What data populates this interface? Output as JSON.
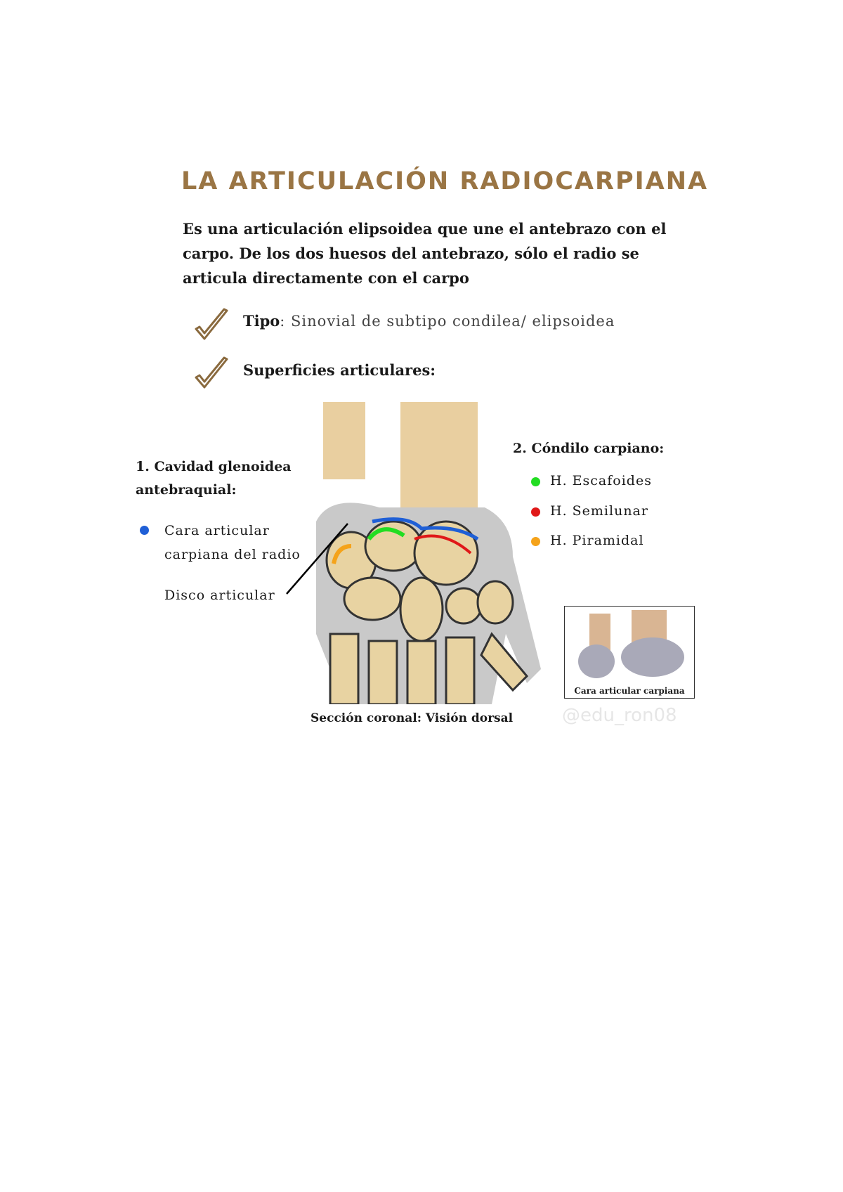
{
  "title": "LA ARTICULACIÓN RADIOCARPIANA",
  "intro": "Es una articulación elipsoidea que une el antebrazo con el carpo. De los dos huesos del antebrazo, sólo el radio se articula directamente con el carpo",
  "checklist": [
    {
      "label": "Tipo",
      "text": ": Sinovial de subtipo condilea/ elipsoidea",
      "icon": "checkmark-icon"
    },
    {
      "label": "Superficies articulares:",
      "text": "",
      "icon": "checkmark-icon"
    }
  ],
  "left_section": {
    "heading_line1": "1. Cavidad glenoidea",
    "heading_line2": "antebraquial:",
    "item_line1": "Cara articular",
    "item_line2": "carpiana del radio",
    "item_color": "#1f5fd6",
    "disco": "Disco articular"
  },
  "right_section": {
    "heading": "2. Cóndilo carpiano:",
    "items": [
      {
        "label": "H. Escafoides",
        "color": "#22dd22"
      },
      {
        "label": "H. Semilunar",
        "color": "#e01818"
      },
      {
        "label": "H. Piramidal",
        "color": "#f5a31a"
      }
    ]
  },
  "figure_caption": "Sección coronal: Visión dorsal",
  "inset_caption": "Cara articular carpiana",
  "watermark": "@edu_ron08",
  "accent_color": "#9a7544"
}
